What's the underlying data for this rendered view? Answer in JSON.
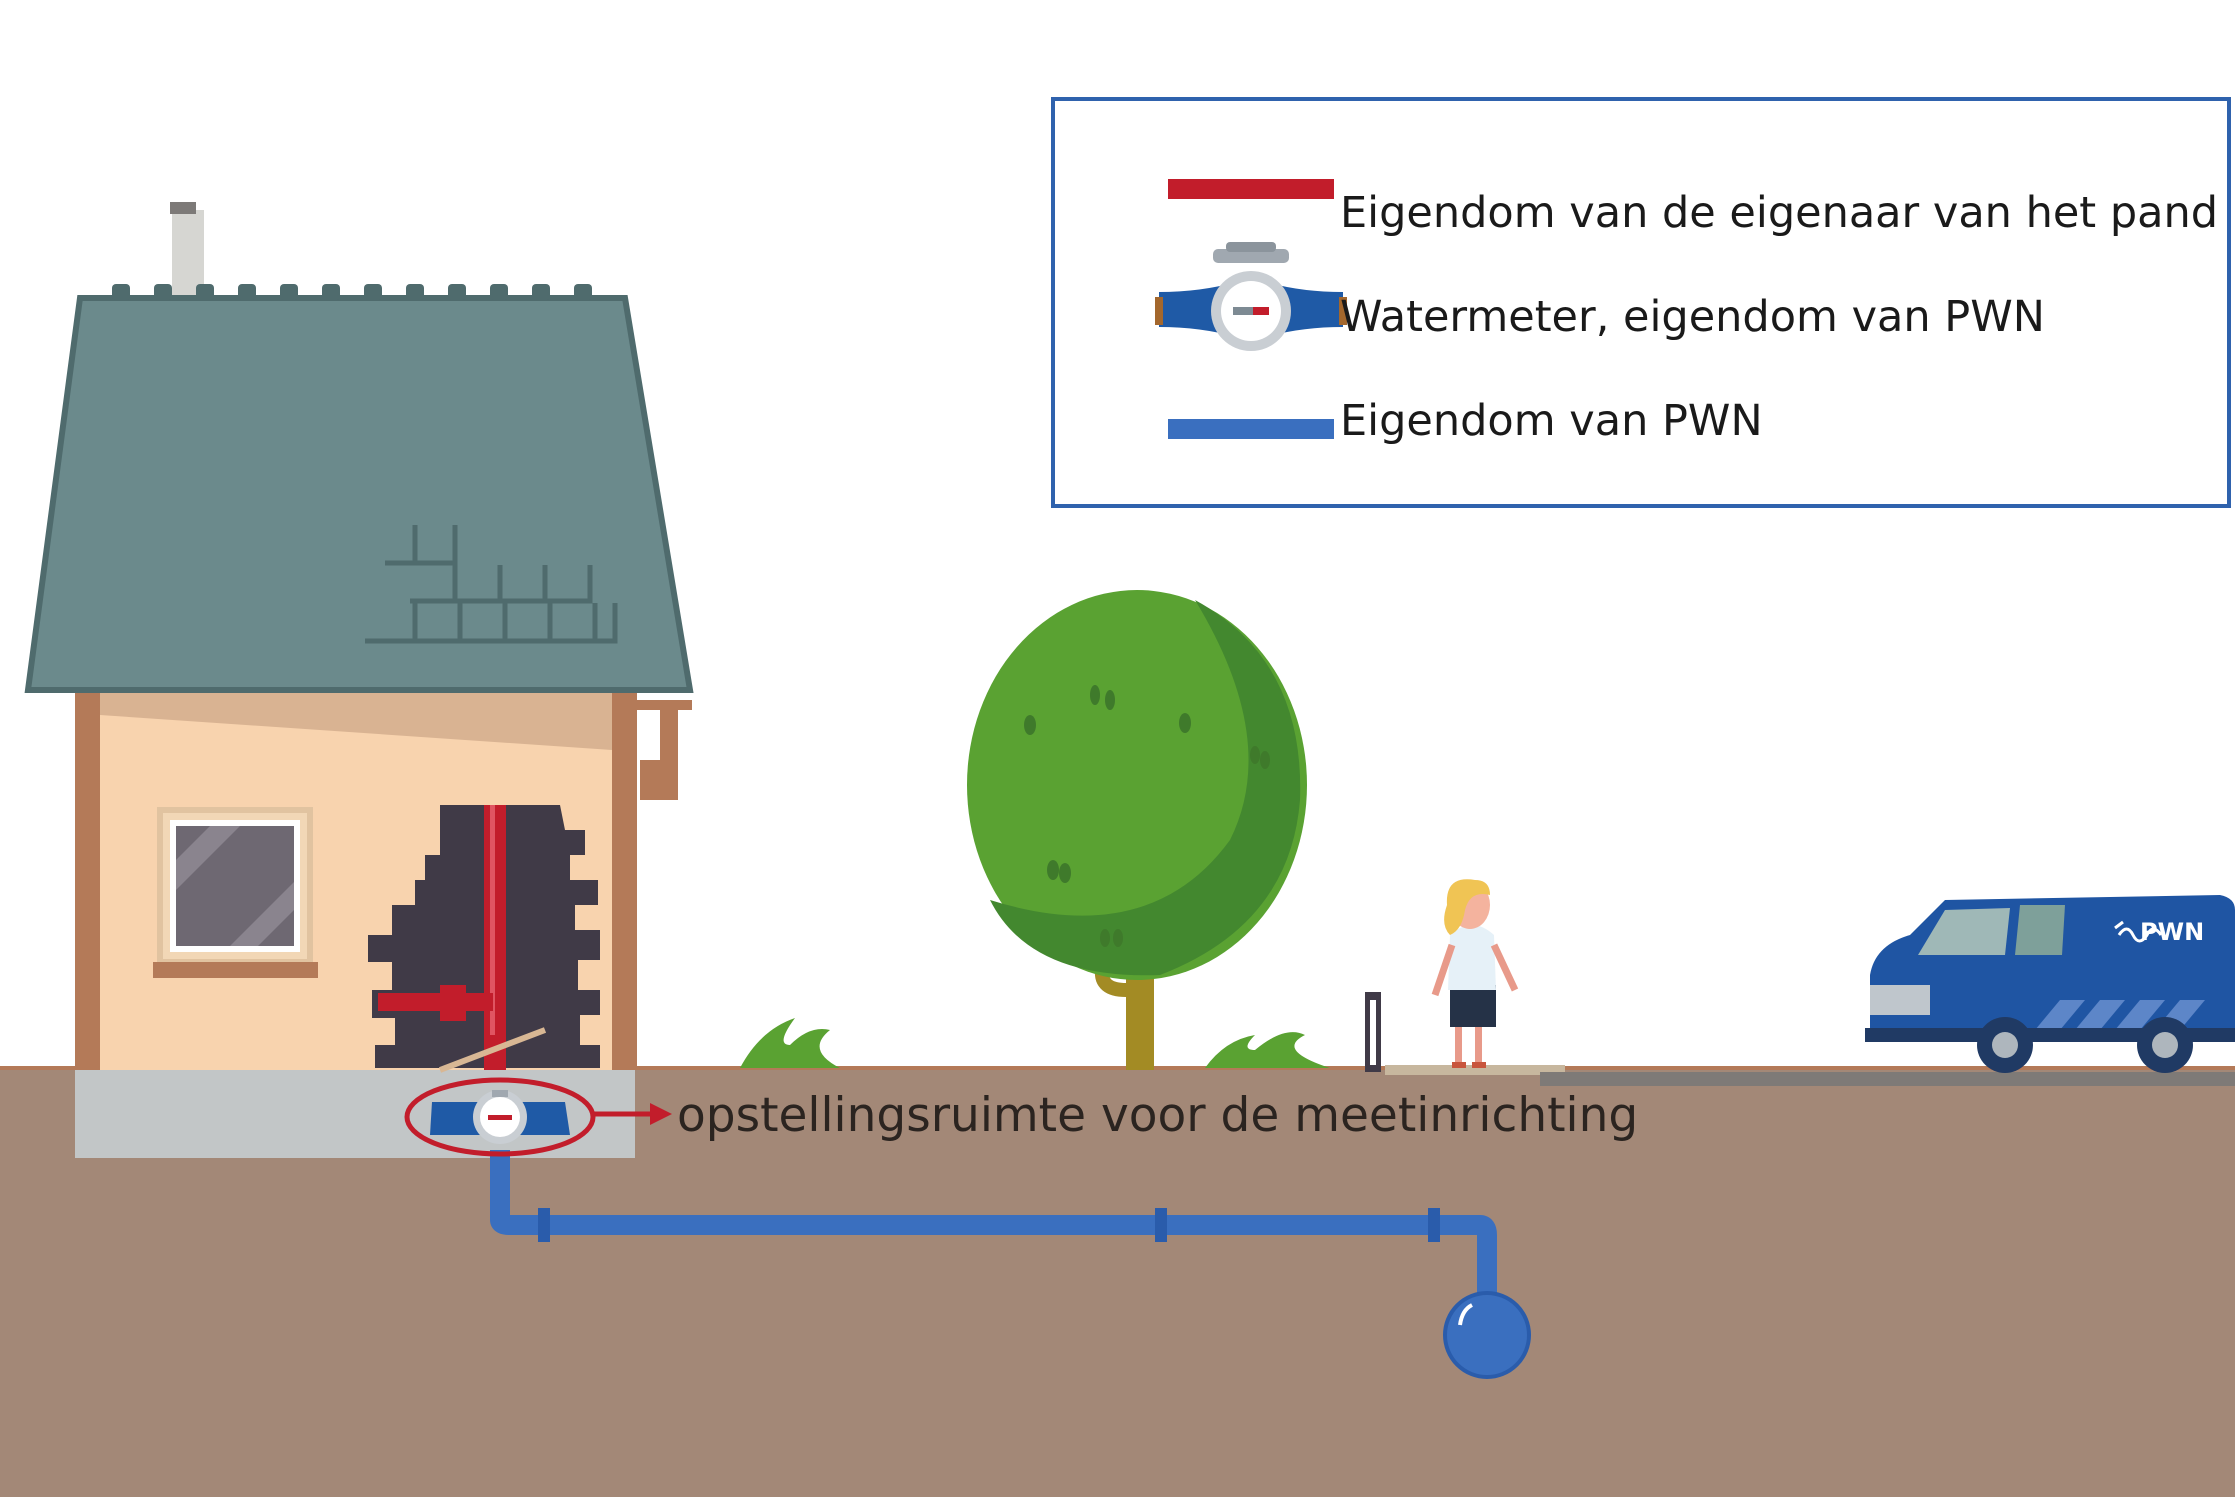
{
  "legend": {
    "items": [
      {
        "label": "Eigendom van de eigenaar van het pand",
        "icon": "red-pipe-icon",
        "color": "#c21d2b"
      },
      {
        "label": "Watermeter, eigendom van PWN",
        "icon": "water-meter-icon",
        "color": "#1f5aa6"
      },
      {
        "label": "Eigendom van PWN",
        "icon": "blue-pipe-icon",
        "color": "#3a6fbf"
      }
    ],
    "border_color": "#2f62ad"
  },
  "annotation": {
    "label": "opstellingsruimte voor de meetinrichting",
    "color": "#c21d2b"
  },
  "van": {
    "logo_text": "PWN",
    "color": "#1f55a3"
  },
  "colors": {
    "ground": "#a38877",
    "house_wall": "#f8d3ae",
    "roof": "#6b8a8c",
    "tree": "#5aa232",
    "owner_pipe": "#c21d2b",
    "pwn_pipe": "#3a6fbf"
  }
}
